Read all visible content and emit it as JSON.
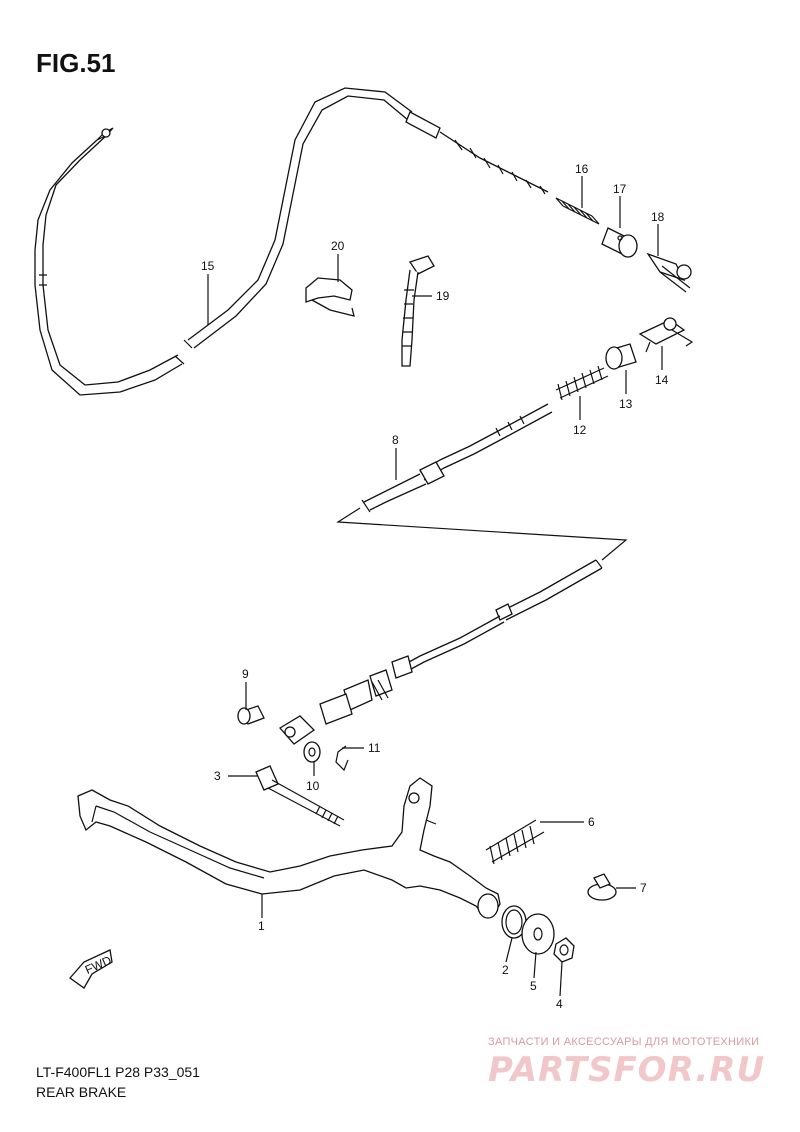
{
  "figure": {
    "title": "FIG.51",
    "code": "LT-F400FL1  P28  P33_051",
    "name": "REAR BRAKE"
  },
  "callouts": {
    "c1": "1",
    "c2": "2",
    "c3": "3",
    "c4": "4",
    "c5": "5",
    "c6": "6",
    "c7": "7",
    "c8": "8",
    "c9": "9",
    "c10": "10",
    "c11": "11",
    "c12": "12",
    "c13": "13",
    "c14": "14",
    "c15": "15",
    "c16": "16",
    "c17": "17",
    "c18": "18",
    "c19": "19",
    "c20": "20"
  },
  "fwd_label": "FWD",
  "watermark": {
    "line1": "ЗАПЧАСТИ И АКСЕССУАРЫ ДЛЯ МОТОТЕХНИКИ",
    "logo": "PARTSFOR.RU"
  }
}
